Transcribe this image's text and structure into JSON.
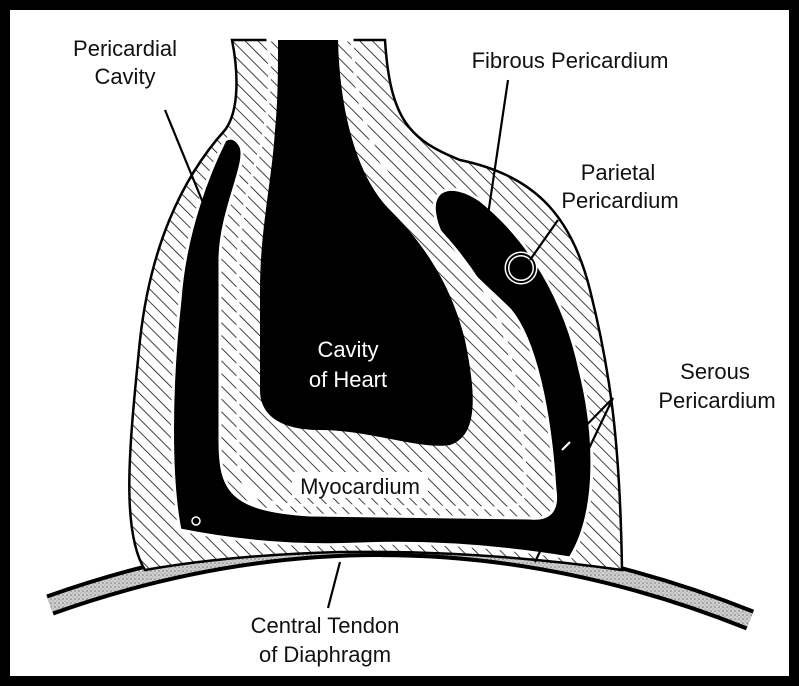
{
  "labels": {
    "pericardial_cavity_1": "Pericardial",
    "pericardial_cavity_2": "Cavity",
    "fibrous_pericardium": "Fibrous Pericardium",
    "parietal_pericardium_1": "Parietal",
    "parietal_pericardium_2": "Pericardium",
    "cavity_of_heart_1": "Cavity",
    "cavity_of_heart_2": "of Heart",
    "serous_pericardium_1": "Serous",
    "serous_pericardium_2": "Pericardium",
    "myocardium": "Myocardium",
    "central_tendon_1": "Central Tendon",
    "central_tendon_2": "of Diaphragm"
  },
  "colors": {
    "frame": "#000000",
    "background": "#ffffff",
    "fill_dark": "#000000",
    "hatch": "#111111"
  }
}
